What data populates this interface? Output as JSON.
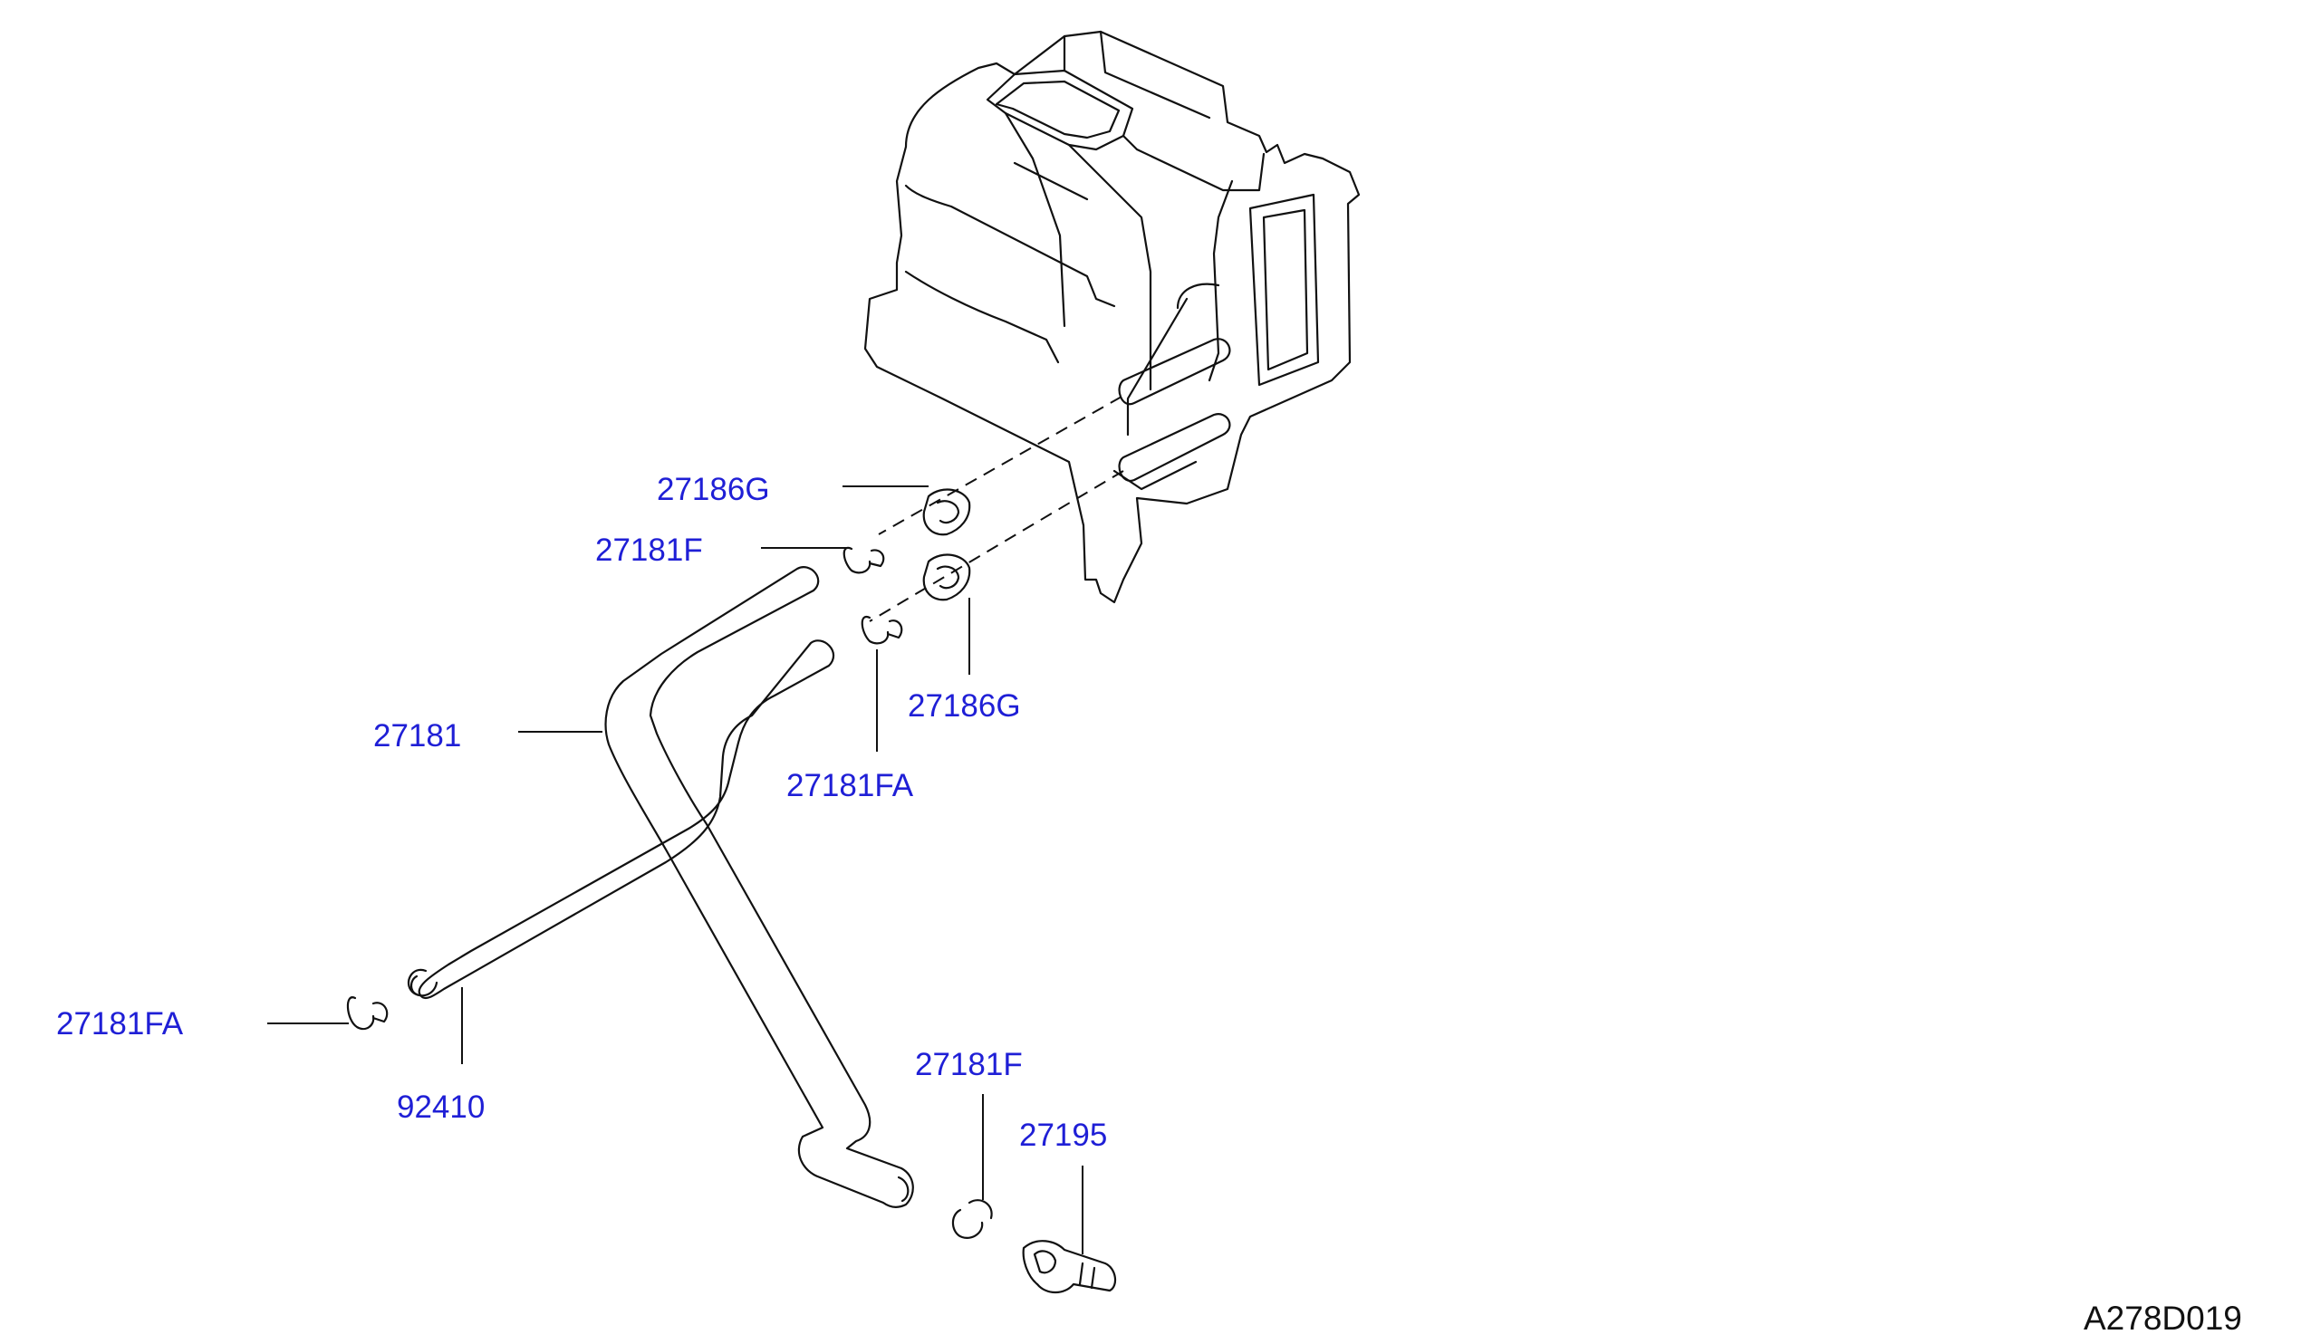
{
  "diagram": {
    "id": "A278D019",
    "colors": {
      "callout": "#1f1fd6",
      "line": "#111111",
      "background": "#ffffff"
    },
    "callouts": [
      {
        "key": "c1",
        "text": "27186G"
      },
      {
        "key": "c2",
        "text": "27181F"
      },
      {
        "key": "c3",
        "text": "27186G"
      },
      {
        "key": "c4",
        "text": "27181"
      },
      {
        "key": "c5",
        "text": "27181FA"
      },
      {
        "key": "c6",
        "text": "27181FA"
      },
      {
        "key": "c7",
        "text": "92410"
      },
      {
        "key": "c8",
        "text": "27181F"
      },
      {
        "key": "c9",
        "text": "27195"
      }
    ]
  }
}
